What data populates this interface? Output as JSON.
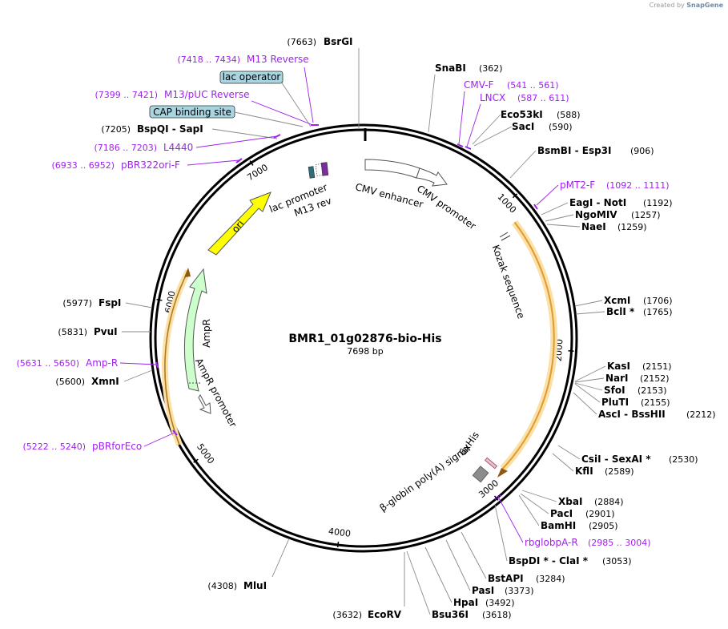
{
  "brand": {
    "prefix": "Created by",
    "name": "SnapGene"
  },
  "plasmid": {
    "name": "BMR1_01g02876-bio-His",
    "size_bp": 7698,
    "size_label": "7698 bp"
  },
  "ticks": [
    1000,
    2000,
    3000,
    4000,
    5000,
    6000,
    7000
  ],
  "enzymes": [
    {
      "name": "BsrGI",
      "pos": 7663,
      "pos_label": "(7663)"
    },
    {
      "name": "SnaBI",
      "pos": 362,
      "pos_label": "(362)"
    },
    {
      "name": "Eco53kI",
      "pos": 588,
      "pos_label": "(588)"
    },
    {
      "name": "SacI",
      "pos": 590,
      "pos_label": "(590)"
    },
    {
      "name": "BsmBI - Esp3I",
      "pos": 906,
      "pos_label": "(906)"
    },
    {
      "name": "EagI - NotI",
      "pos": 1192,
      "pos_label": "(1192)"
    },
    {
      "name": "NgoMIV",
      "pos": 1257,
      "pos_label": "(1257)"
    },
    {
      "name": "NaeI",
      "pos": 1259,
      "pos_label": "(1259)"
    },
    {
      "name": "XcmI",
      "pos": 1706,
      "pos_label": "(1706)"
    },
    {
      "name": "BclI *",
      "pos": 1765,
      "pos_label": "(1765)"
    },
    {
      "name": "KasI",
      "pos": 2151,
      "pos_label": "(2151)"
    },
    {
      "name": "NarI",
      "pos": 2152,
      "pos_label": "(2152)"
    },
    {
      "name": "SfoI",
      "pos": 2153,
      "pos_label": "(2153)"
    },
    {
      "name": "PluTI",
      "pos": 2155,
      "pos_label": "(2155)"
    },
    {
      "name": "AscI - BssHII",
      "pos": 2212,
      "pos_label": "(2212)"
    },
    {
      "name": "CsiI - SexAI *",
      "pos": 2530,
      "pos_label": "(2530)"
    },
    {
      "name": "KflI",
      "pos": 2589,
      "pos_label": "(2589)"
    },
    {
      "name": "XbaI",
      "pos": 2884,
      "pos_label": "(2884)"
    },
    {
      "name": "PacI",
      "pos": 2901,
      "pos_label": "(2901)"
    },
    {
      "name": "BamHI",
      "pos": 2905,
      "pos_label": "(2905)"
    },
    {
      "name": "BspDI * - ClaI *",
      "pos": 3053,
      "pos_label": "(3053)"
    },
    {
      "name": "BstAPI",
      "pos": 3284,
      "pos_label": "(3284)"
    },
    {
      "name": "PasI",
      "pos": 3373,
      "pos_label": "(3373)"
    },
    {
      "name": "HpaI",
      "pos": 3492,
      "pos_label": "(3492)"
    },
    {
      "name": "Bsu36I",
      "pos": 3618,
      "pos_label": "(3618)"
    },
    {
      "name": "EcoRV",
      "pos": 3632,
      "pos_label": "(3632)"
    },
    {
      "name": "MluI",
      "pos": 4308,
      "pos_label": "(4308)"
    },
    {
      "name": "XmnI",
      "pos": 5600,
      "pos_label": "(5600)"
    },
    {
      "name": "PvuI",
      "pos": 5831,
      "pos_label": "(5831)"
    },
    {
      "name": "FspI",
      "pos": 5977,
      "pos_label": "(5977)"
    },
    {
      "name": "BspQI - SapI",
      "pos": 7205,
      "pos_label": "(7205)"
    }
  ],
  "primers": [
    {
      "name": "M13 Reverse",
      "range": "(7418 .. 7434)"
    },
    {
      "name": "M13/pUC Reverse",
      "range": "(7399 .. 7421)"
    },
    {
      "name": "L4440",
      "range": "(7186 .. 7203)"
    },
    {
      "name": "pBR322ori-F",
      "range": "(6933 .. 6952)"
    },
    {
      "name": "CMV-F",
      "range": "(541 .. 561)"
    },
    {
      "name": "LNCX",
      "range": "(587 .. 611)"
    },
    {
      "name": "pMT2-F",
      "range": "(1092 .. 1111)"
    },
    {
      "name": "rbglobpA-R",
      "range": "(2985 .. 3004)"
    },
    {
      "name": "Amp-R",
      "range": "(5631 .. 5650)"
    },
    {
      "name": "pBRforEco",
      "range": "(5222 .. 5240)"
    }
  ],
  "features": [
    {
      "name": "lac operator",
      "boxed": true
    },
    {
      "name": "CAP binding site",
      "boxed": true
    },
    {
      "name": "CMV enhancer"
    },
    {
      "name": "CMV promoter"
    },
    {
      "name": "Kozak sequence"
    },
    {
      "name": "6xHis"
    },
    {
      "name": "β-globin poly(A) signal"
    },
    {
      "name": "ori"
    },
    {
      "name": "lac promoter"
    },
    {
      "name": "M13 rev"
    },
    {
      "name": "AmpR"
    },
    {
      "name": "AmpR promoter"
    }
  ],
  "colors": {
    "backbone": "#000000",
    "enzyme_text": "#000000",
    "primer": "#a020f0",
    "ori": "#ffff00",
    "ampr": "#ccffcc",
    "orf_orange": "#f0a020",
    "orf_glow": "#fbe0a8",
    "box_fill": "#a8d5e0",
    "polya": "#8c8c8c",
    "his": "#e8c0c8",
    "lacop_blue": "#2e6e7a",
    "m13_purple": "#7a2e9a"
  }
}
